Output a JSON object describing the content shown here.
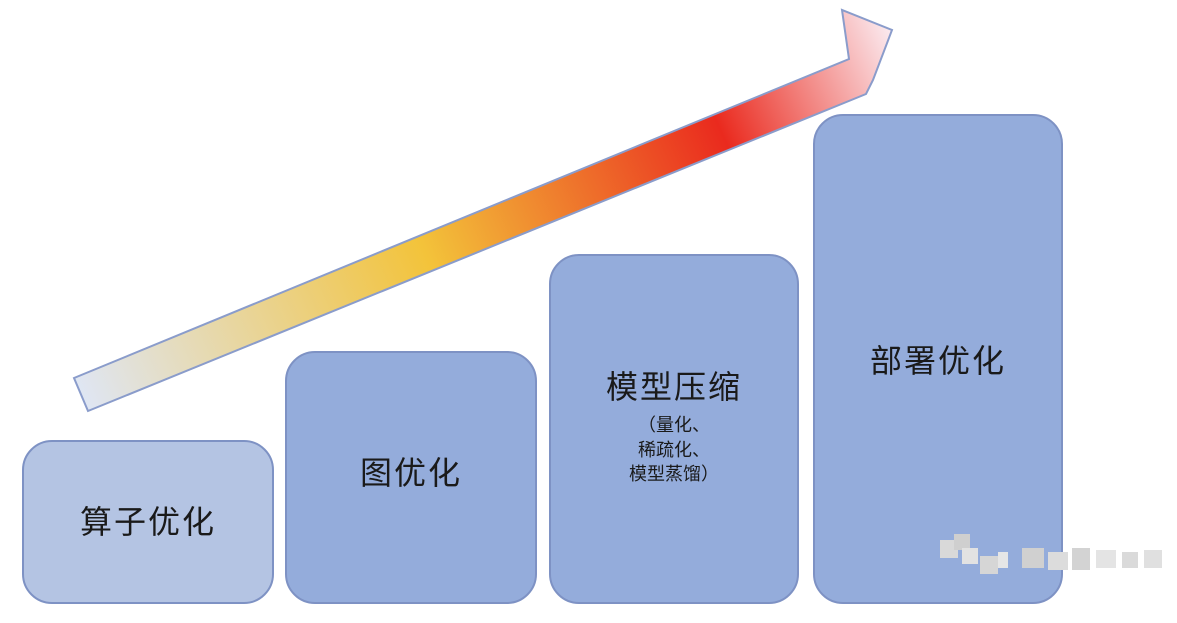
{
  "arrow": {
    "label": "",
    "gradient_colors": [
      "#dfe6f4",
      "#f3c33a",
      "#ea2a1e",
      "#fbe9ee"
    ],
    "outline_color": "#8a9ccb"
  },
  "steps": [
    {
      "title": "算子优化",
      "subtitle_lines": []
    },
    {
      "title": "图优化",
      "subtitle_lines": []
    },
    {
      "title": "模型压缩",
      "subtitle_lines": [
        "（量化、",
        "稀疏化、",
        "模型蒸馏）"
      ]
    },
    {
      "title": "部署优化",
      "subtitle_lines": []
    }
  ],
  "colors": {
    "step_light": "#b4c4e3",
    "step_main": "#94acdb",
    "step_border": "#7e92c4"
  }
}
